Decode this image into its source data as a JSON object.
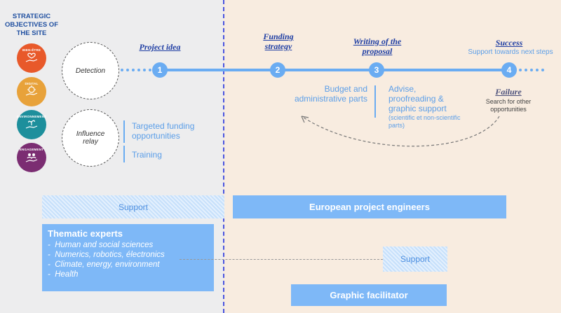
{
  "objectives": {
    "title": "STRATEGIC OBJECTIVES OF THE SITE",
    "items": [
      {
        "tag": "BIEN-ÊTRE",
        "color": "#e8592a",
        "icon": "hand-heart-icon"
      },
      {
        "tag": "DIGITAL",
        "color": "#e8a23a",
        "icon": "hand-circuit-icon"
      },
      {
        "tag": "ENVIRONNEMENT",
        "color": "#1d8f9c",
        "icon": "hand-plant-icon"
      },
      {
        "tag": "ENGAGEMENT",
        "color": "#7b2d72",
        "icon": "hand-people-icon"
      }
    ]
  },
  "phases": {
    "detection": "Detection",
    "influence": "Influence relay"
  },
  "influence_items": [
    "Targeted funding opportunities",
    "Training"
  ],
  "steps": {
    "s1": {
      "number": "1",
      "label": "Project idea"
    },
    "s2": {
      "number": "2",
      "label": "Funding strategy"
    },
    "s3": {
      "number": "3",
      "label": "Writing of the proposal"
    },
    "s4": {
      "number": "4",
      "label": "Success",
      "sub": "Support towards next steps"
    }
  },
  "budget_text": "Budget and administrative parts",
  "advise_text": "Advise, proofreading & graphic support",
  "advise_note": "(scientific et non-scientific parts)",
  "failure": {
    "label": "Failure",
    "sub": "Search for other opportunities"
  },
  "bottom": {
    "support_left": "Support",
    "engineers": "European project engineers",
    "experts_title": "Thematic experts",
    "experts_items": [
      "Human and social sciences",
      "Numerics, robotics, électronics",
      "Climate, energy, environment",
      "Health"
    ],
    "support_right": "Support",
    "graphic": "Graphic facilitator"
  },
  "colors": {
    "timeline": "#6aacf2",
    "heading": "#1f3ea3",
    "box": "#7eb8f7",
    "divider": "#4a55e0"
  }
}
